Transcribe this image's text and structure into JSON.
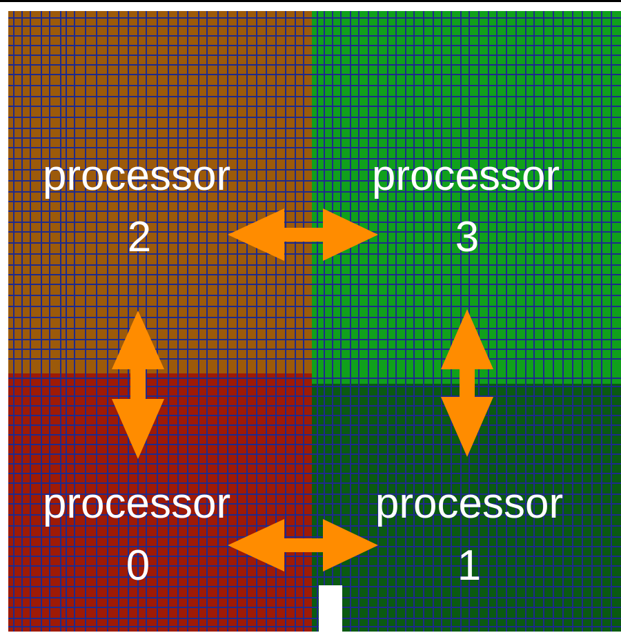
{
  "colors": {
    "processor_0": "#9e1a06",
    "processor_1": "#0a5a12",
    "processor_2": "#9c5a0a",
    "processor_3": "#10a01c",
    "mesh_lines": "#1e2a8c",
    "arrows": "#ff8c00",
    "text": "#ffffff",
    "frame": "#000000"
  },
  "processors": [
    {
      "id": "p0",
      "label": "processor",
      "number": "0"
    },
    {
      "id": "p1",
      "label": "processor",
      "number": "1"
    },
    {
      "id": "p2",
      "label": "processor",
      "number": "2"
    },
    {
      "id": "p3",
      "label": "processor",
      "number": "3"
    }
  ],
  "arrows": [
    {
      "name": "arrow-2-3",
      "between": [
        "2",
        "3"
      ],
      "orientation": "horizontal"
    },
    {
      "name": "arrow-0-1",
      "between": [
        "0",
        "1"
      ],
      "orientation": "horizontal"
    },
    {
      "name": "arrow-2-0",
      "between": [
        "2",
        "0"
      ],
      "orientation": "vertical"
    },
    {
      "name": "arrow-3-1",
      "between": [
        "3",
        "1"
      ],
      "orientation": "vertical"
    }
  ]
}
